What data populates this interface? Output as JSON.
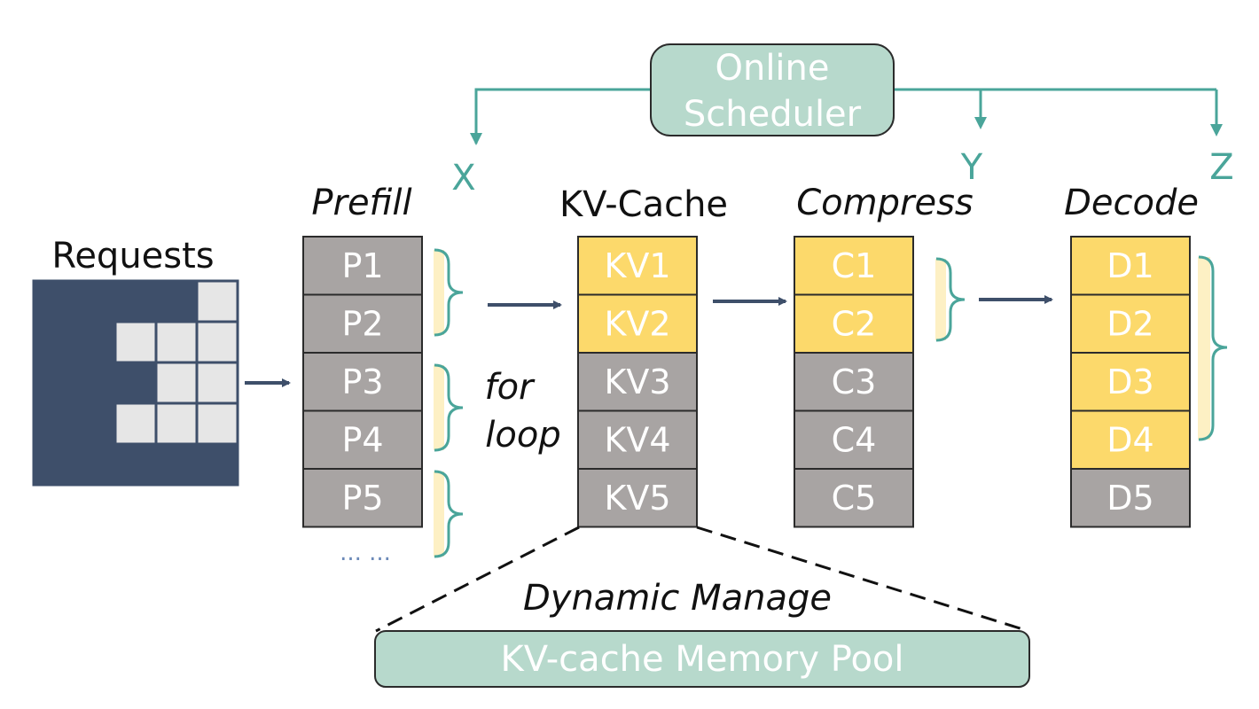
{
  "colors": {
    "dark_navy": "#3e4f6a",
    "light_cell": "#e6e6e6",
    "gray_cell": "#a8a4a3",
    "yellow_cell": "#fcd96b",
    "teal_line": "#4aa59a",
    "teal_box": "#b7d9cc",
    "bracket_fill": "#fdf0c4",
    "arrow": "#3e4f6a",
    "dots": "#6b89b8"
  },
  "requests": {
    "label": "Requests",
    "grid": [
      [
        "dark",
        "dark",
        "dark",
        "dark",
        "light"
      ],
      [
        "dark",
        "dark",
        "light",
        "light",
        "light"
      ],
      [
        "dark",
        "dark",
        "dark",
        "light",
        "light"
      ],
      [
        "dark",
        "dark",
        "light",
        "light",
        "light"
      ],
      [
        "dark",
        "dark",
        "dark",
        "dark",
        "dark"
      ]
    ]
  },
  "scheduler": {
    "label_line1": "Online",
    "label_line2": "Scheduler"
  },
  "targets": {
    "x": "X",
    "y": "Y",
    "z": "Z"
  },
  "prefill": {
    "title": "Prefill",
    "cells": [
      "P1",
      "P2",
      "P3",
      "P4",
      "P5"
    ],
    "ellipsis": "... ..."
  },
  "loop_label": {
    "line1": "for",
    "line2": "loop"
  },
  "kvcache": {
    "title": "KV-Cache",
    "cells": [
      {
        "label": "KV1",
        "state": "yellow"
      },
      {
        "label": "KV2",
        "state": "yellow"
      },
      {
        "label": "KV3",
        "state": "gray"
      },
      {
        "label": "KV4",
        "state": "gray"
      },
      {
        "label": "KV5",
        "state": "gray"
      }
    ]
  },
  "compress": {
    "title": "Compress",
    "cells": [
      {
        "label": "C1",
        "state": "yellow"
      },
      {
        "label": "C2",
        "state": "yellow"
      },
      {
        "label": "C3",
        "state": "gray"
      },
      {
        "label": "C4",
        "state": "gray"
      },
      {
        "label": "C5",
        "state": "gray"
      }
    ]
  },
  "decode": {
    "title": "Decode",
    "cells": [
      {
        "label": "D1",
        "state": "yellow"
      },
      {
        "label": "D2",
        "state": "yellow"
      },
      {
        "label": "D3",
        "state": "yellow"
      },
      {
        "label": "D4",
        "state": "yellow"
      },
      {
        "label": "D5",
        "state": "gray"
      }
    ]
  },
  "dynamic_label": "Dynamic Manage",
  "memory_pool": {
    "label": "KV-cache Memory Pool"
  }
}
